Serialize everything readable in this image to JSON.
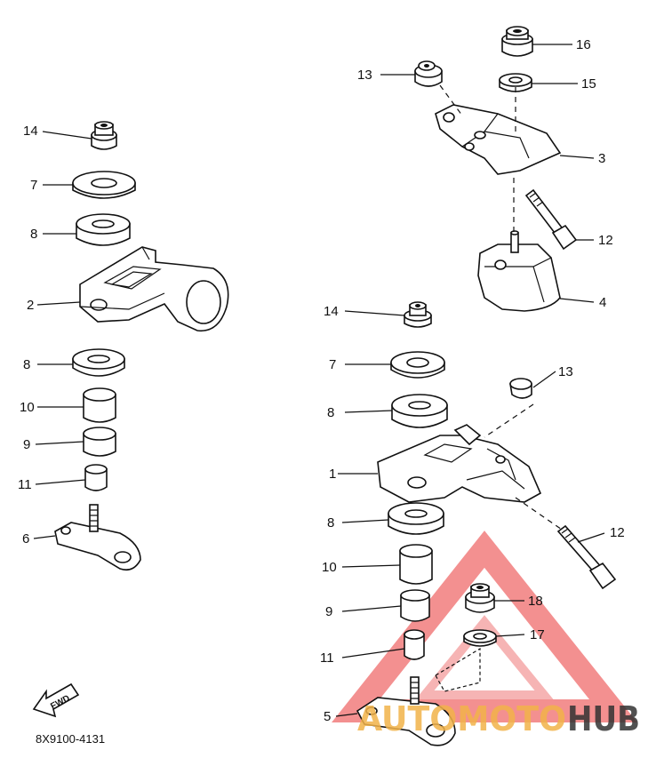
{
  "diagram": {
    "code": "8X9100-4131",
    "fwd_label": "FWD",
    "callouts": {
      "left_14": "14",
      "left_7": "7",
      "left_8a": "8",
      "left_2": "2",
      "left_8b": "8",
      "left_10": "10",
      "left_9": "9",
      "left_11": "11",
      "left_6": "6",
      "right_13a": "13",
      "right_16": "16",
      "right_15": "15",
      "right_3": "3",
      "right_12a": "12",
      "right_4": "4",
      "right_14": "14",
      "right_7": "7",
      "right_13b": "13",
      "right_8a": "8",
      "right_1": "1",
      "right_12b": "12",
      "right_8b": "8",
      "right_10": "10",
      "right_18": "18",
      "right_9": "9",
      "right_17": "17",
      "right_11": "11",
      "right_5": "5"
    }
  },
  "watermark": {
    "text_a": "AUTOMOTO",
    "text_b": "HUB",
    "color_a": "#f2b34a",
    "color_b": "#333333",
    "triangle_color": "#ef6b6b"
  }
}
